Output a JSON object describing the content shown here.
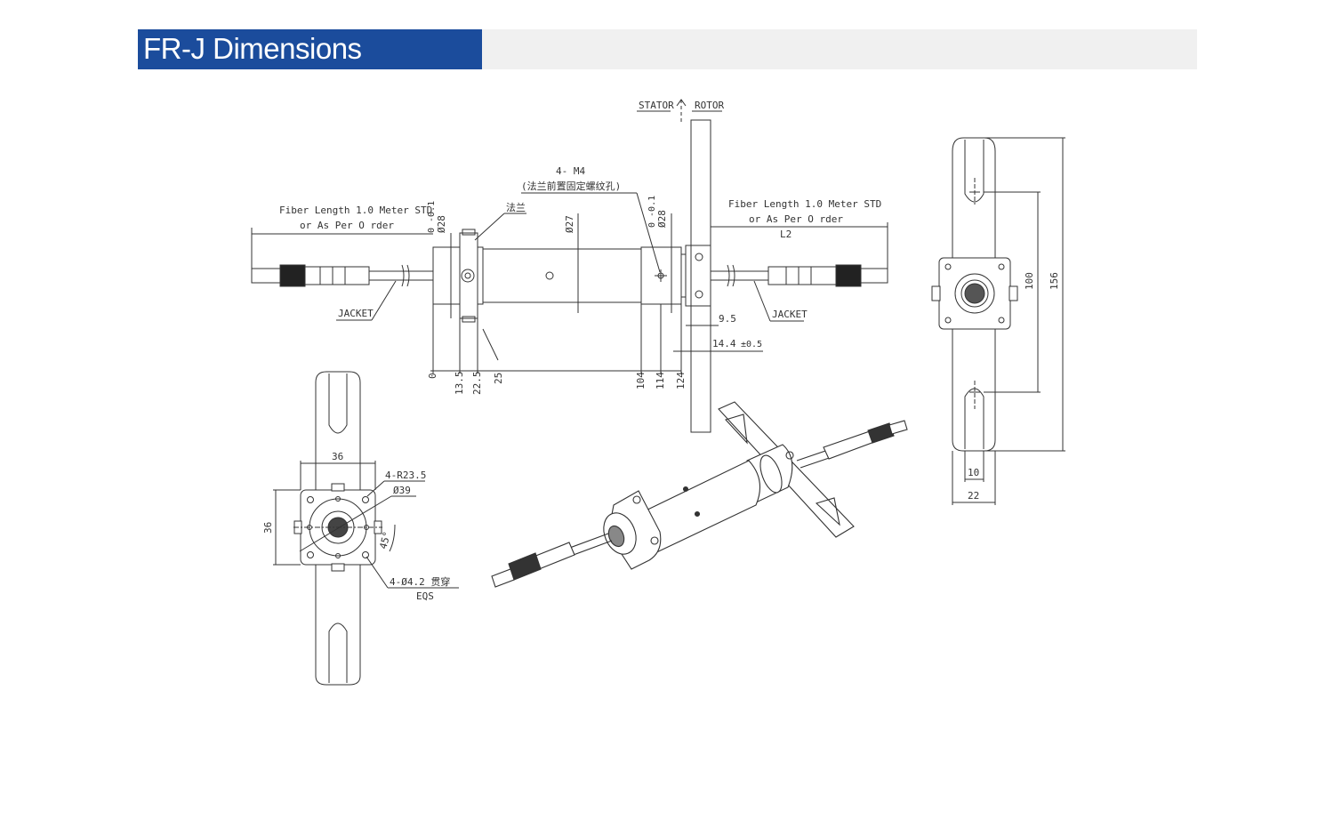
{
  "header": {
    "title": "FR-J Dimensions"
  },
  "colors": {
    "title_bg": "#1b4c9c",
    "header_band": "#f0f0f0",
    "line": "#333333"
  },
  "side_view": {
    "stator_label": "STATOR",
    "rotor_label": "ROTOR",
    "fiber_left_line1": "Fiber Length 1.0 Meter STD",
    "fiber_left_line2": "or As Per O rder",
    "fiber_right_line1": "Fiber Length 1.0 Meter STD",
    "fiber_right_line2": "or As Per O rder",
    "l2_label": "L2",
    "jacket_left": "JACKET",
    "jacket_right": "JACKET",
    "flange_label": "法兰",
    "m4_label": "4- M4",
    "m4_note": "(法兰前置固定螺纹孔)",
    "dia28_left": "Ø28",
    "dia28_left_tol": "0  -0.1",
    "dia27": "Ø27",
    "dia28_right": "Ø28",
    "dia28_right_tol": "0  -0.1",
    "dim_9_5": "9.5",
    "dim_14_4": "14.4",
    "dim_14_4_tol": "±0.5",
    "x_ticks": [
      "0",
      "13.5",
      "22.5",
      "25",
      "104",
      "114",
      "124"
    ]
  },
  "end_view": {
    "dim_36_top": "36",
    "dim_36_left": "36",
    "r_label": "4-R23.5",
    "dia39": "Ø39",
    "angle": "45°",
    "hole_label": "4-Ø4.2 贯穿",
    "eqs_label": "EQS"
  },
  "right_view": {
    "dim_100": "100",
    "dim_156": "156",
    "dim_10": "10",
    "dim_22": "22"
  }
}
